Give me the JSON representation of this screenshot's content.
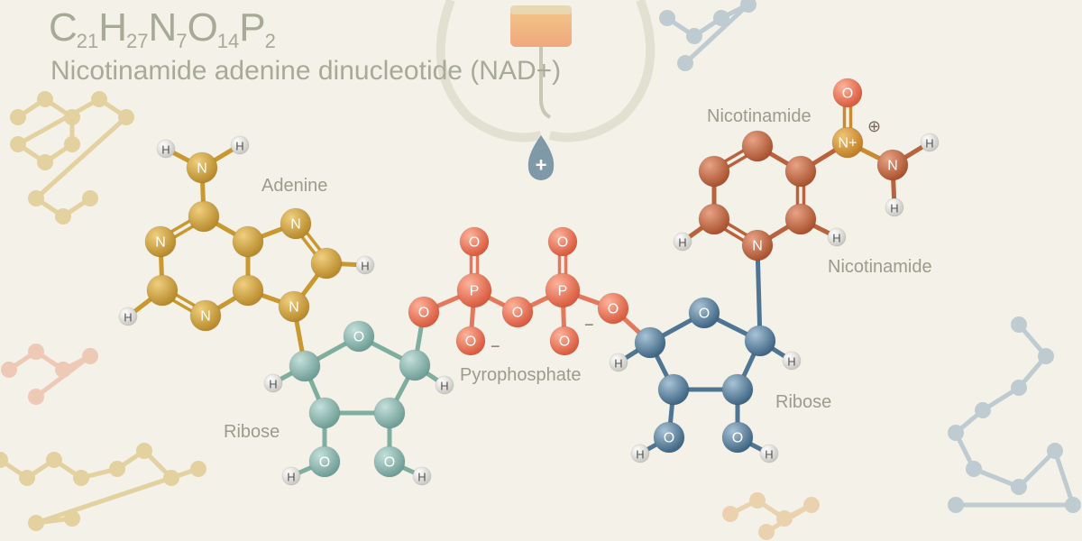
{
  "title": {
    "formula": [
      {
        "el": "C",
        "n": "21"
      },
      {
        "el": "H",
        "n": "27"
      },
      {
        "el": "N",
        "n": "7"
      },
      {
        "el": "O",
        "n": "14"
      },
      {
        "el": "P",
        "n": "2"
      }
    ],
    "name": "Nicotinamide adenine dinucleotide (NAD+)"
  },
  "groups": {
    "adenine": "Adenine",
    "ribose_left": "Ribose",
    "pyrophosphate": "Pyrophosphate",
    "ribose_right": "Ribose",
    "nicotinamide_top": "Nicotinamide",
    "nicotinamide_bottom": "Nicotinamide"
  },
  "charges": {
    "phosphate_minus": "−",
    "nitrogen_plus": "+",
    "oplus": "⊕"
  },
  "colors": {
    "adenine": "#d2a444",
    "ribose_left": "#8fbab2",
    "phosphate": "#ea7a5e",
    "ribose_right": "#5e84a0",
    "nicotinamide": "#c46f4f",
    "nitro": "#d99a3c",
    "hydrogen": "#e7e6e0",
    "accent_drop": "#7f99a8"
  },
  "atom_symbols": {
    "N": "N",
    "O": "O",
    "P": "P",
    "H": "H",
    "Nplus": "N+"
  },
  "badge": {
    "symbol": "+"
  }
}
